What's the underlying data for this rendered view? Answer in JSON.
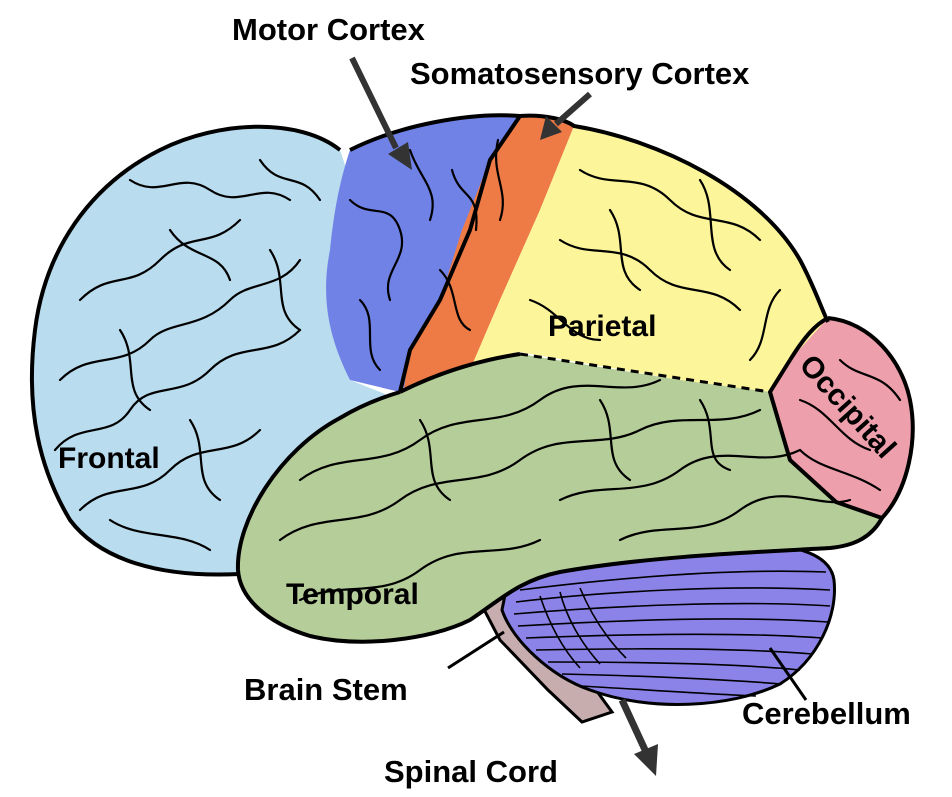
{
  "colors": {
    "frontal": "#b9dcee",
    "motor": "#7182e6",
    "somatosensory": "#ee7b45",
    "parietal": "#fcf59a",
    "occipital": "#ee9fac",
    "temporal": "#b5cd99",
    "cerebellum": "#8c83e8",
    "brain_stem": "#c8adaf",
    "outline": "#000000"
  },
  "labels": {
    "motor_cortex": "Motor Cortex",
    "somatosensory_cortex": "Somatosensory Cortex",
    "frontal": "Frontal",
    "parietal": "Parietal",
    "occipital": "Occipital",
    "temporal": "Temporal",
    "brain_stem": "Brain Stem",
    "cerebellum": "Cerebellum",
    "spinal_cord": "Spinal Cord"
  },
  "icons": {
    "motor_arrow": "arrow-icon",
    "somatosensory_arrow": "arrow-icon",
    "spinal_arrow": "arrow-icon"
  }
}
